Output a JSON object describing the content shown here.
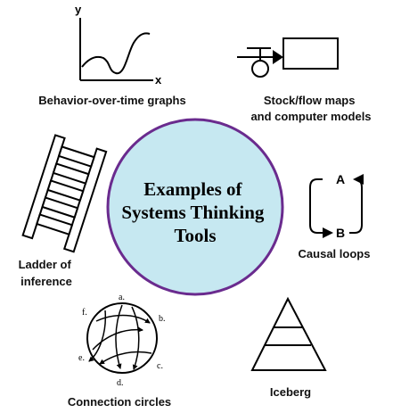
{
  "colors": {
    "circle_fill": "#c6e8f1",
    "circle_stroke": "#6a2b8e",
    "ink": "#000000"
  },
  "center": {
    "lines": [
      "Examples of",
      "Systems Thinking",
      "Tools"
    ]
  },
  "tools": [
    {
      "id": "behavior-over-time",
      "lines": [
        "Behavior-over-time graphs"
      ],
      "icon": "line-graph-icon"
    },
    {
      "id": "stock-flow",
      "lines": [
        "Stock/flow maps",
        "and computer models"
      ],
      "icon": "stock-flow-icon"
    },
    {
      "id": "causal-loops",
      "lines": [
        "Causal loops"
      ],
      "icon": "causal-loop-icon"
    },
    {
      "id": "iceberg",
      "lines": [
        "Iceberg"
      ],
      "icon": "iceberg-icon"
    },
    {
      "id": "connection-circles",
      "lines": [
        "Connection circles"
      ],
      "icon": "connection-circle-icon"
    },
    {
      "id": "ladder-of-inference",
      "lines": [
        "Ladder of",
        "inference"
      ],
      "icon": "ladder-icon"
    }
  ],
  "graph_axes": {
    "y": "y",
    "x": "x"
  },
  "loop_nodes": {
    "a": "A",
    "b": "B"
  },
  "circle_letters": {
    "a": "a.",
    "b": "b.",
    "c": "c.",
    "d": "d.",
    "e": "e.",
    "f": "f."
  }
}
